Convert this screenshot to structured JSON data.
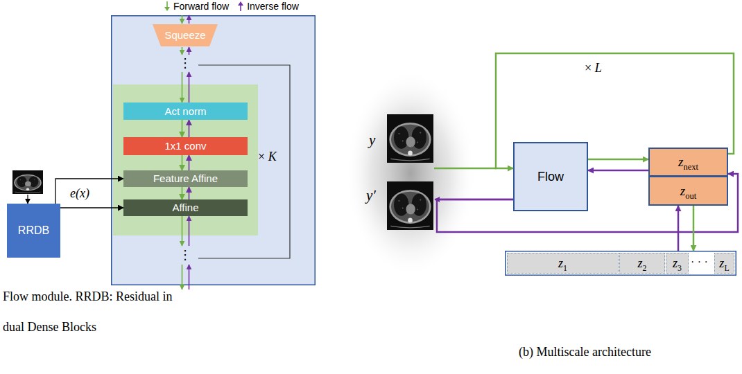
{
  "diagram": {
    "nodes": [
      {
        "text": [
          "× K"
        ]
      },
      {
        "text": [
          "Squeeze"
        ],
        "in": 0
      },
      {
        "text": [
          "Act norm"
        ],
        "in": 0
      },
      {
        "text": [
          "1x1 conv"
        ],
        "in": 0
      },
      {
        "text": [
          "Feature Affine"
        ],
        "in": 0
      },
      {
        "text": [
          "Affine"
        ],
        "in": 0
      },
      {
        "text": [
          "RRDB"
        ]
      },
      {
        "text": [
          "Flow"
        ]
      },
      {
        "text": [
          "znext"
        ]
      },
      {
        "text": [
          "zout"
        ]
      },
      {
        "text": [
          "· · ·"
        ]
      },
      {
        "text": [
          "z1"
        ],
        "in": 10
      },
      {
        "text": [
          "z2"
        ],
        "in": 10
      },
      {
        "text": [
          "z3"
        ],
        "in": 10
      },
      {
        "text": [
          "zL"
        ],
        "in": 10
      }
    ],
    "edges": [
      {
        "from": 6,
        "to": 4,
        "label": "e(x)",
        "arrow": "to"
      },
      {
        "from": 6,
        "to": 5,
        "arrow": "to"
      },
      {
        "from": 2,
        "to": 3,
        "arrow": "to"
      },
      {
        "from": 3,
        "to": 2,
        "arrow": "to"
      },
      {
        "from": 3,
        "to": 4,
        "arrow": "to"
      },
      {
        "from": 4,
        "to": 3,
        "arrow": "to"
      },
      {
        "from": 4,
        "to": 5,
        "arrow": "to"
      },
      {
        "from": 5,
        "to": 4,
        "arrow": "to"
      },
      {
        "from": 7,
        "to": 8,
        "arrow": "to"
      },
      {
        "from": 8,
        "to": 7,
        "arrow": "to"
      },
      {
        "from": 8,
        "to": 7,
        "arrow": "to"
      },
      {
        "from": 7,
        "to": 8,
        "arrow": "to"
      },
      {
        "from": 9,
        "to": 10,
        "arrow": "to"
      },
      {
        "from": 10,
        "to": 9,
        "arrow": "to"
      }
    ],
    "labels": [
      "⋮",
      "⋮",
      "y",
      "y′",
      "× L",
      "Flow module. RRDB: Residual in",
      "dual Dense Blocks",
      "(b) Multiscale architecture"
    ],
    "legend": [
      {
        "text": "Forward flow"
      },
      {
        "text": "Inverse flow"
      }
    ]
  }
}
